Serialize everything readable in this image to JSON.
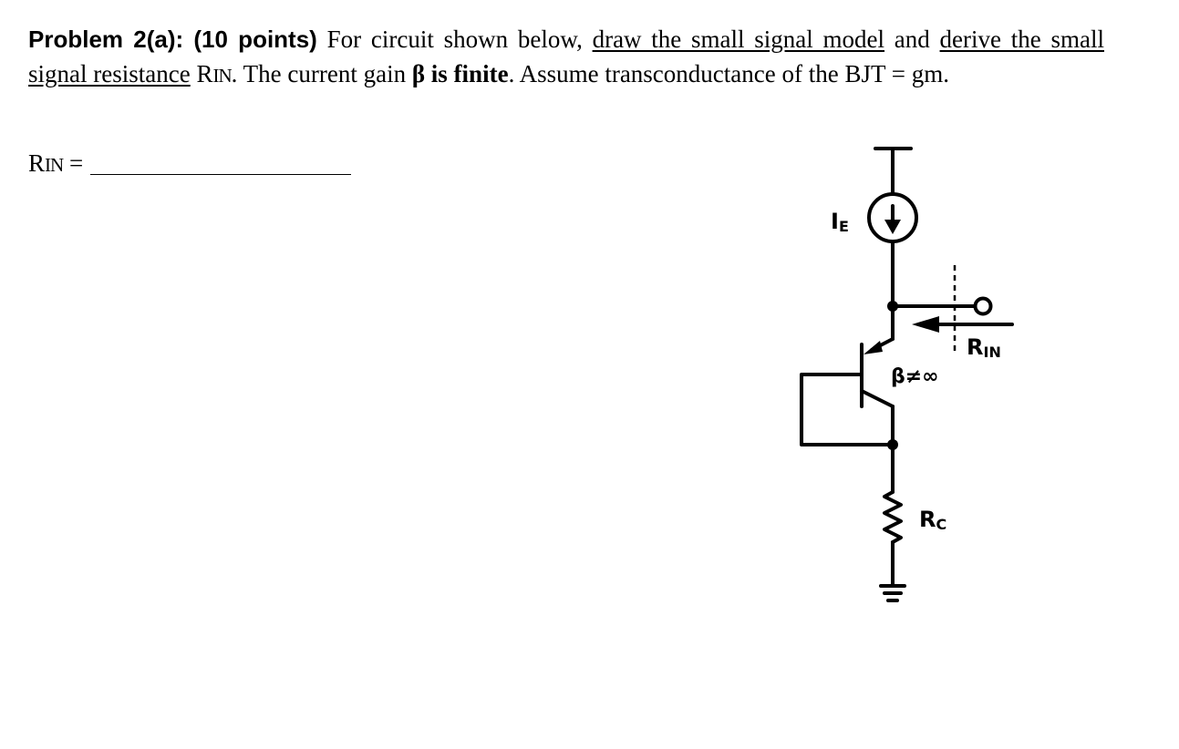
{
  "problem": {
    "heading": "Problem 2(a): (10 points)",
    "t1": " For circuit shown below, ",
    "u1": "draw the small signal model",
    "t2": " and ",
    "u2": "derive the small signal resistance",
    "t3": " R",
    "t3_sub": "IN",
    "t4": ". The current gain ",
    "b1": "β is finite",
    "t5": ". Assume transconductance of the BJT = gm."
  },
  "answer": {
    "label_main": "R",
    "label_sub": "IN",
    "label_eq": " ="
  },
  "circuit": {
    "current_source": {
      "label_main": "I",
      "label_sub": "E"
    },
    "port": {
      "label_main": "R",
      "label_sub": "IN"
    },
    "beta_label": "β≠∞",
    "resistor": {
      "label_main": "R",
      "label_sub": "C"
    }
  }
}
